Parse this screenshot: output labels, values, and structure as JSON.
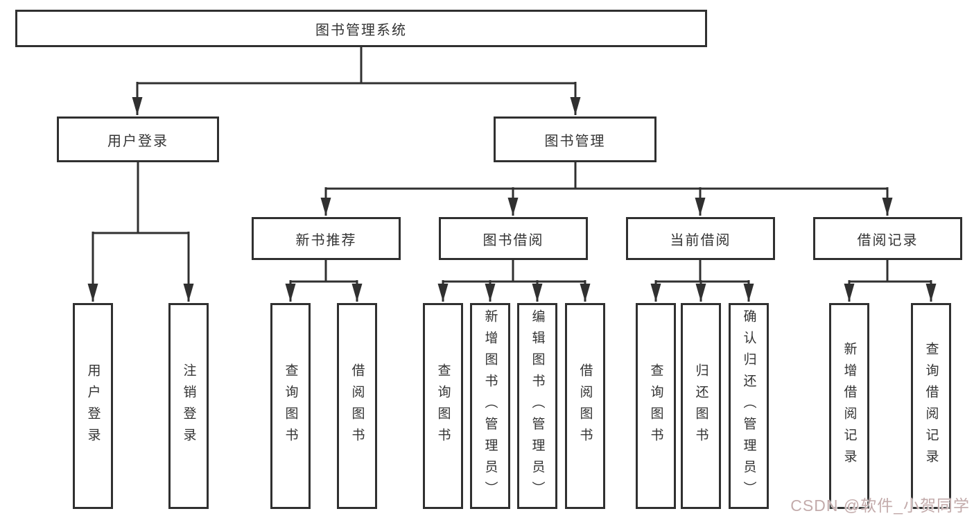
{
  "nodes": {
    "root": {
      "label": "图书管理系统"
    },
    "user_login": {
      "label": "用户登录"
    },
    "book_management": {
      "label": "图书管理"
    },
    "new_book_recommend": {
      "label": "新书推荐"
    },
    "book_borrow": {
      "label": "图书借阅"
    },
    "current_borrow": {
      "label": "当前借阅"
    },
    "borrow_records": {
      "label": "借阅记录"
    }
  },
  "children": {
    "user_login": [
      "用户登录",
      "注销登录"
    ],
    "new_book_recommend": [
      "查询图书",
      "借阅图书"
    ],
    "book_borrow": [
      "查询图书",
      "新增图书（管理员）",
      "编辑图书（管理员）",
      "借阅图书"
    ],
    "current_borrow": [
      "查询图书",
      "归还图书",
      "确认归还（管理员）"
    ],
    "borrow_records": [
      "新增借阅记录",
      "查询借阅记录"
    ]
  },
  "watermark": {
    "text": "CSDN @软件_小贺同学",
    "color": "#c3abab"
  },
  "colors": {
    "line": "#303030",
    "text": "#333333",
    "background": "#ffffff"
  }
}
